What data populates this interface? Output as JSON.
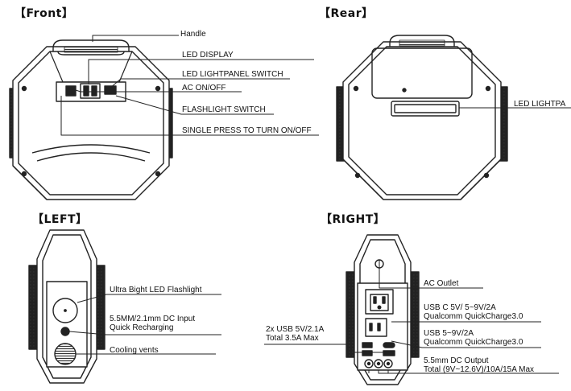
{
  "front": {
    "title": "【Front】",
    "labels": {
      "handle": "Handle",
      "led_display": "LED DISPLAY",
      "led_lightpanel_switch": "LED LIGHTPANEL SWITCH",
      "ac_on_off": "AC ON/OFF",
      "flashlight_switch": "FLASHLIGHT SWITCH",
      "single_press": "SINGLE PRESS TO TURN ON/OFF"
    }
  },
  "rear": {
    "title": "【Rear】",
    "labels": {
      "led_lightpanel": "LED LIGHTPA"
    }
  },
  "left": {
    "title": "【LEFT】",
    "labels": {
      "flashlight": "Ultra Bight LED Flashlight",
      "dc_input_line1": "5.5MM/2.1mm DC Input",
      "dc_input_line2": "Quick Recharging",
      "cooling": "Cooling vents"
    }
  },
  "right": {
    "title": "【RIGHT】",
    "labels": {
      "ac_outlet": "AC Outlet",
      "usbc_line1": "USB C 5V/ 5~9V/2A",
      "usbc_line2": "Qualcomm QuickCharge3.0",
      "usb_line1": "USB 5~9V/2A",
      "usb_line2": "Qualcomm QuickCharge3.0",
      "usb2x_line1": "2x USB 5V/2.1A",
      "usb2x_line2": "Total 3.5A Max",
      "dc_out_line1": "5.5mm DC Output",
      "dc_out_line2": "Total (9V~12.6V)/10A/15A Max"
    }
  }
}
